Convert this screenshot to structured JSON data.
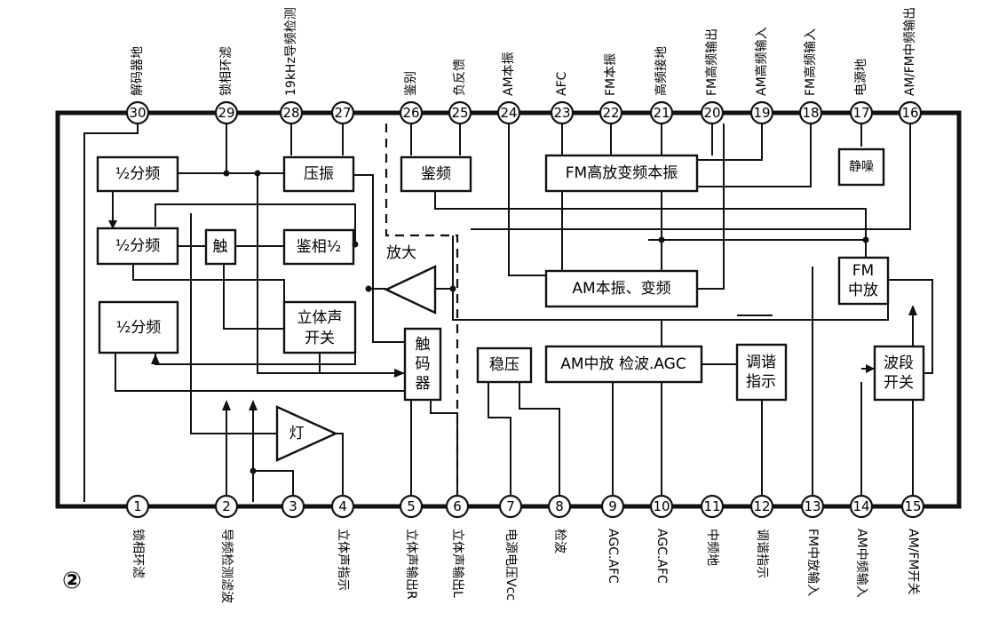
{
  "figure_number": "②",
  "pins_top": [
    {
      "num": "30",
      "label": "解码器地"
    },
    {
      "num": "29",
      "label": "锁相环滤"
    },
    {
      "num": "28",
      "label": "19kHz导频检测"
    },
    {
      "num": "27",
      "label": ""
    },
    {
      "num": "26",
      "label": "鉴别"
    },
    {
      "num": "25",
      "label": "负反馈"
    },
    {
      "num": "24",
      "label": "AM本振"
    },
    {
      "num": "23",
      "label": "AFC"
    },
    {
      "num": "22",
      "label": "FM本振"
    },
    {
      "num": "21",
      "label": "高频接地"
    },
    {
      "num": "20",
      "label": "FM高频输出"
    },
    {
      "num": "19",
      "label": "AM高频输入"
    },
    {
      "num": "18",
      "label": "FM高频输入"
    },
    {
      "num": "17",
      "label": "电源地"
    },
    {
      "num": "16",
      "label": "AM/FM中频输出"
    }
  ],
  "pins_bottom": [
    {
      "num": "1",
      "label": "锁相环滤"
    },
    {
      "num": "2",
      "label": "导频检测滤波"
    },
    {
      "num": "3",
      "label": ""
    },
    {
      "num": "4",
      "label": "立体声指示"
    },
    {
      "num": "5",
      "label": "立体声输出R"
    },
    {
      "num": "6",
      "label": "立体声输出L"
    },
    {
      "num": "7",
      "label": "电源电压Vcc"
    },
    {
      "num": "8",
      "label": "检波"
    },
    {
      "num": "9",
      "label": "AGC.AFC"
    },
    {
      "num": "10",
      "label": "AGC.AFC"
    },
    {
      "num": "11",
      "label": "中频地"
    },
    {
      "num": "12",
      "label": "调谐指示"
    },
    {
      "num": "13",
      "label": "FM中放输入"
    },
    {
      "num": "14",
      "label": "AM中频输入"
    },
    {
      "num": "15",
      "label": "AM/FM开关"
    }
  ],
  "blocks": {
    "div1": "½分频",
    "div2": "½分频",
    "div3": "½分频",
    "vco": "压振",
    "trig": "触",
    "phase": "鉴相½",
    "stereo_l1": "立体声",
    "stereo_l2": "开关",
    "decoder_l1": "触",
    "decoder_l2": "码",
    "decoder_l3": "器",
    "disc": "鉴频",
    "fm_front": "FM高放变频本振",
    "mute": "静噪",
    "am_osc": "AM本振、变频",
    "regulator": "稳压",
    "am_if": "AM中放 检波.AGC",
    "tune_ind_l1": "调谐",
    "tune_ind_l2": "指示",
    "fm_if_l1": "FM",
    "fm_if_l2": "中放",
    "band_sw_l1": "波段",
    "band_sw_l2": "开关",
    "amp_label": "放大",
    "lamp_label": "灯"
  }
}
